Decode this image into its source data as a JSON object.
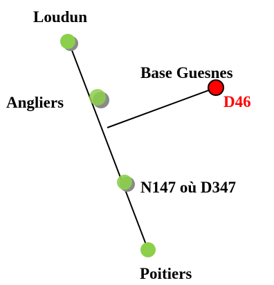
{
  "labels": {
    "north_town": "Loudun",
    "mid_town": "Angliers",
    "base": "Base Guesnes",
    "base_road": "D46",
    "junction_road": "N147 où D347",
    "south_town": "Poitiers"
  },
  "colors": {
    "town_marker": "#8ccf4a",
    "town_shadow": "#8a8a8a",
    "base_marker": "#ff0000",
    "road": "#000000",
    "base_road_label": "#ff0000"
  }
}
